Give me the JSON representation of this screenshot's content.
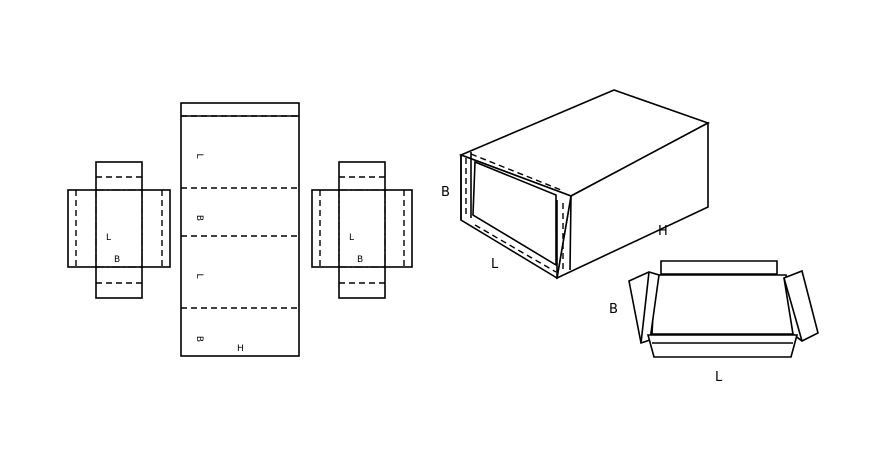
{
  "labels": {
    "left_blank_L": "L",
    "left_blank_B": "B",
    "center_L1": "L",
    "center_B1": "B",
    "center_L2": "L",
    "center_B2": "B",
    "center_H": "H",
    "right_blank_L": "L",
    "right_blank_B": "B",
    "box_B": "B",
    "box_L": "L",
    "box_H": "H",
    "tray_B": "B",
    "tray_L": "L"
  }
}
